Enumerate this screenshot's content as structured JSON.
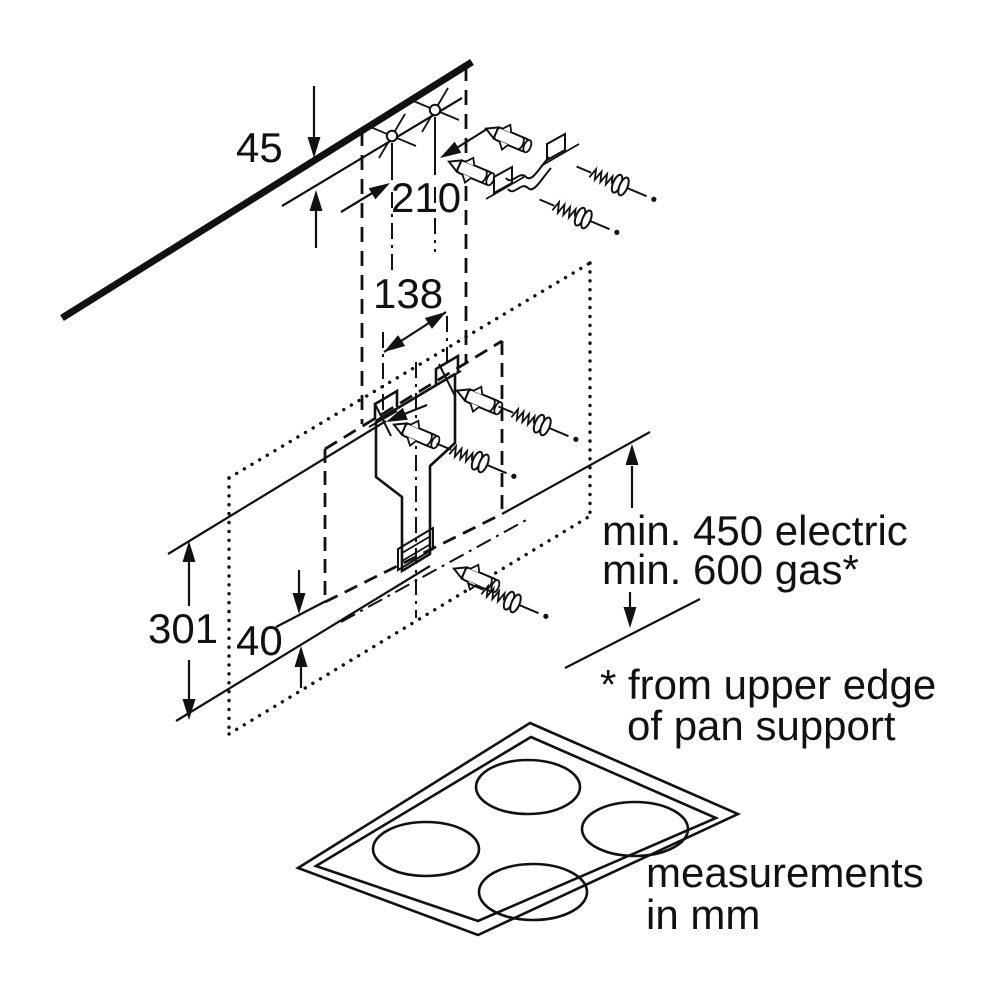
{
  "diagram": {
    "type": "appliance-installation-drawing",
    "dimensions": {
      "wall_top_offset": "45",
      "top_hole_spacing": "210",
      "bracket_hole_spacing": "138",
      "side_height": "301",
      "lower_hole_offset": "40"
    },
    "clearance_note": {
      "line1": "min. 450 electric",
      "line2": "min. 600 gas*"
    },
    "footnote": {
      "line1": "* from upper edge",
      "line2": "of pan support"
    },
    "units_note": {
      "line1": "measurements",
      "line2": "in mm"
    },
    "colors": {
      "ink": "#111111",
      "background": "#ffffff"
    },
    "icons": {
      "wall_anchor": "wall-anchor-icon",
      "screw": "screw-icon",
      "drill_hole": "drill-hole-icon",
      "chimney_bracket": "chimney-bracket-icon",
      "mounting_bracket": "mounting-bracket-icon",
      "cooktop": "cooktop-icon",
      "burner": "burner-icon",
      "arrow": "dimension-arrow-icon"
    }
  }
}
